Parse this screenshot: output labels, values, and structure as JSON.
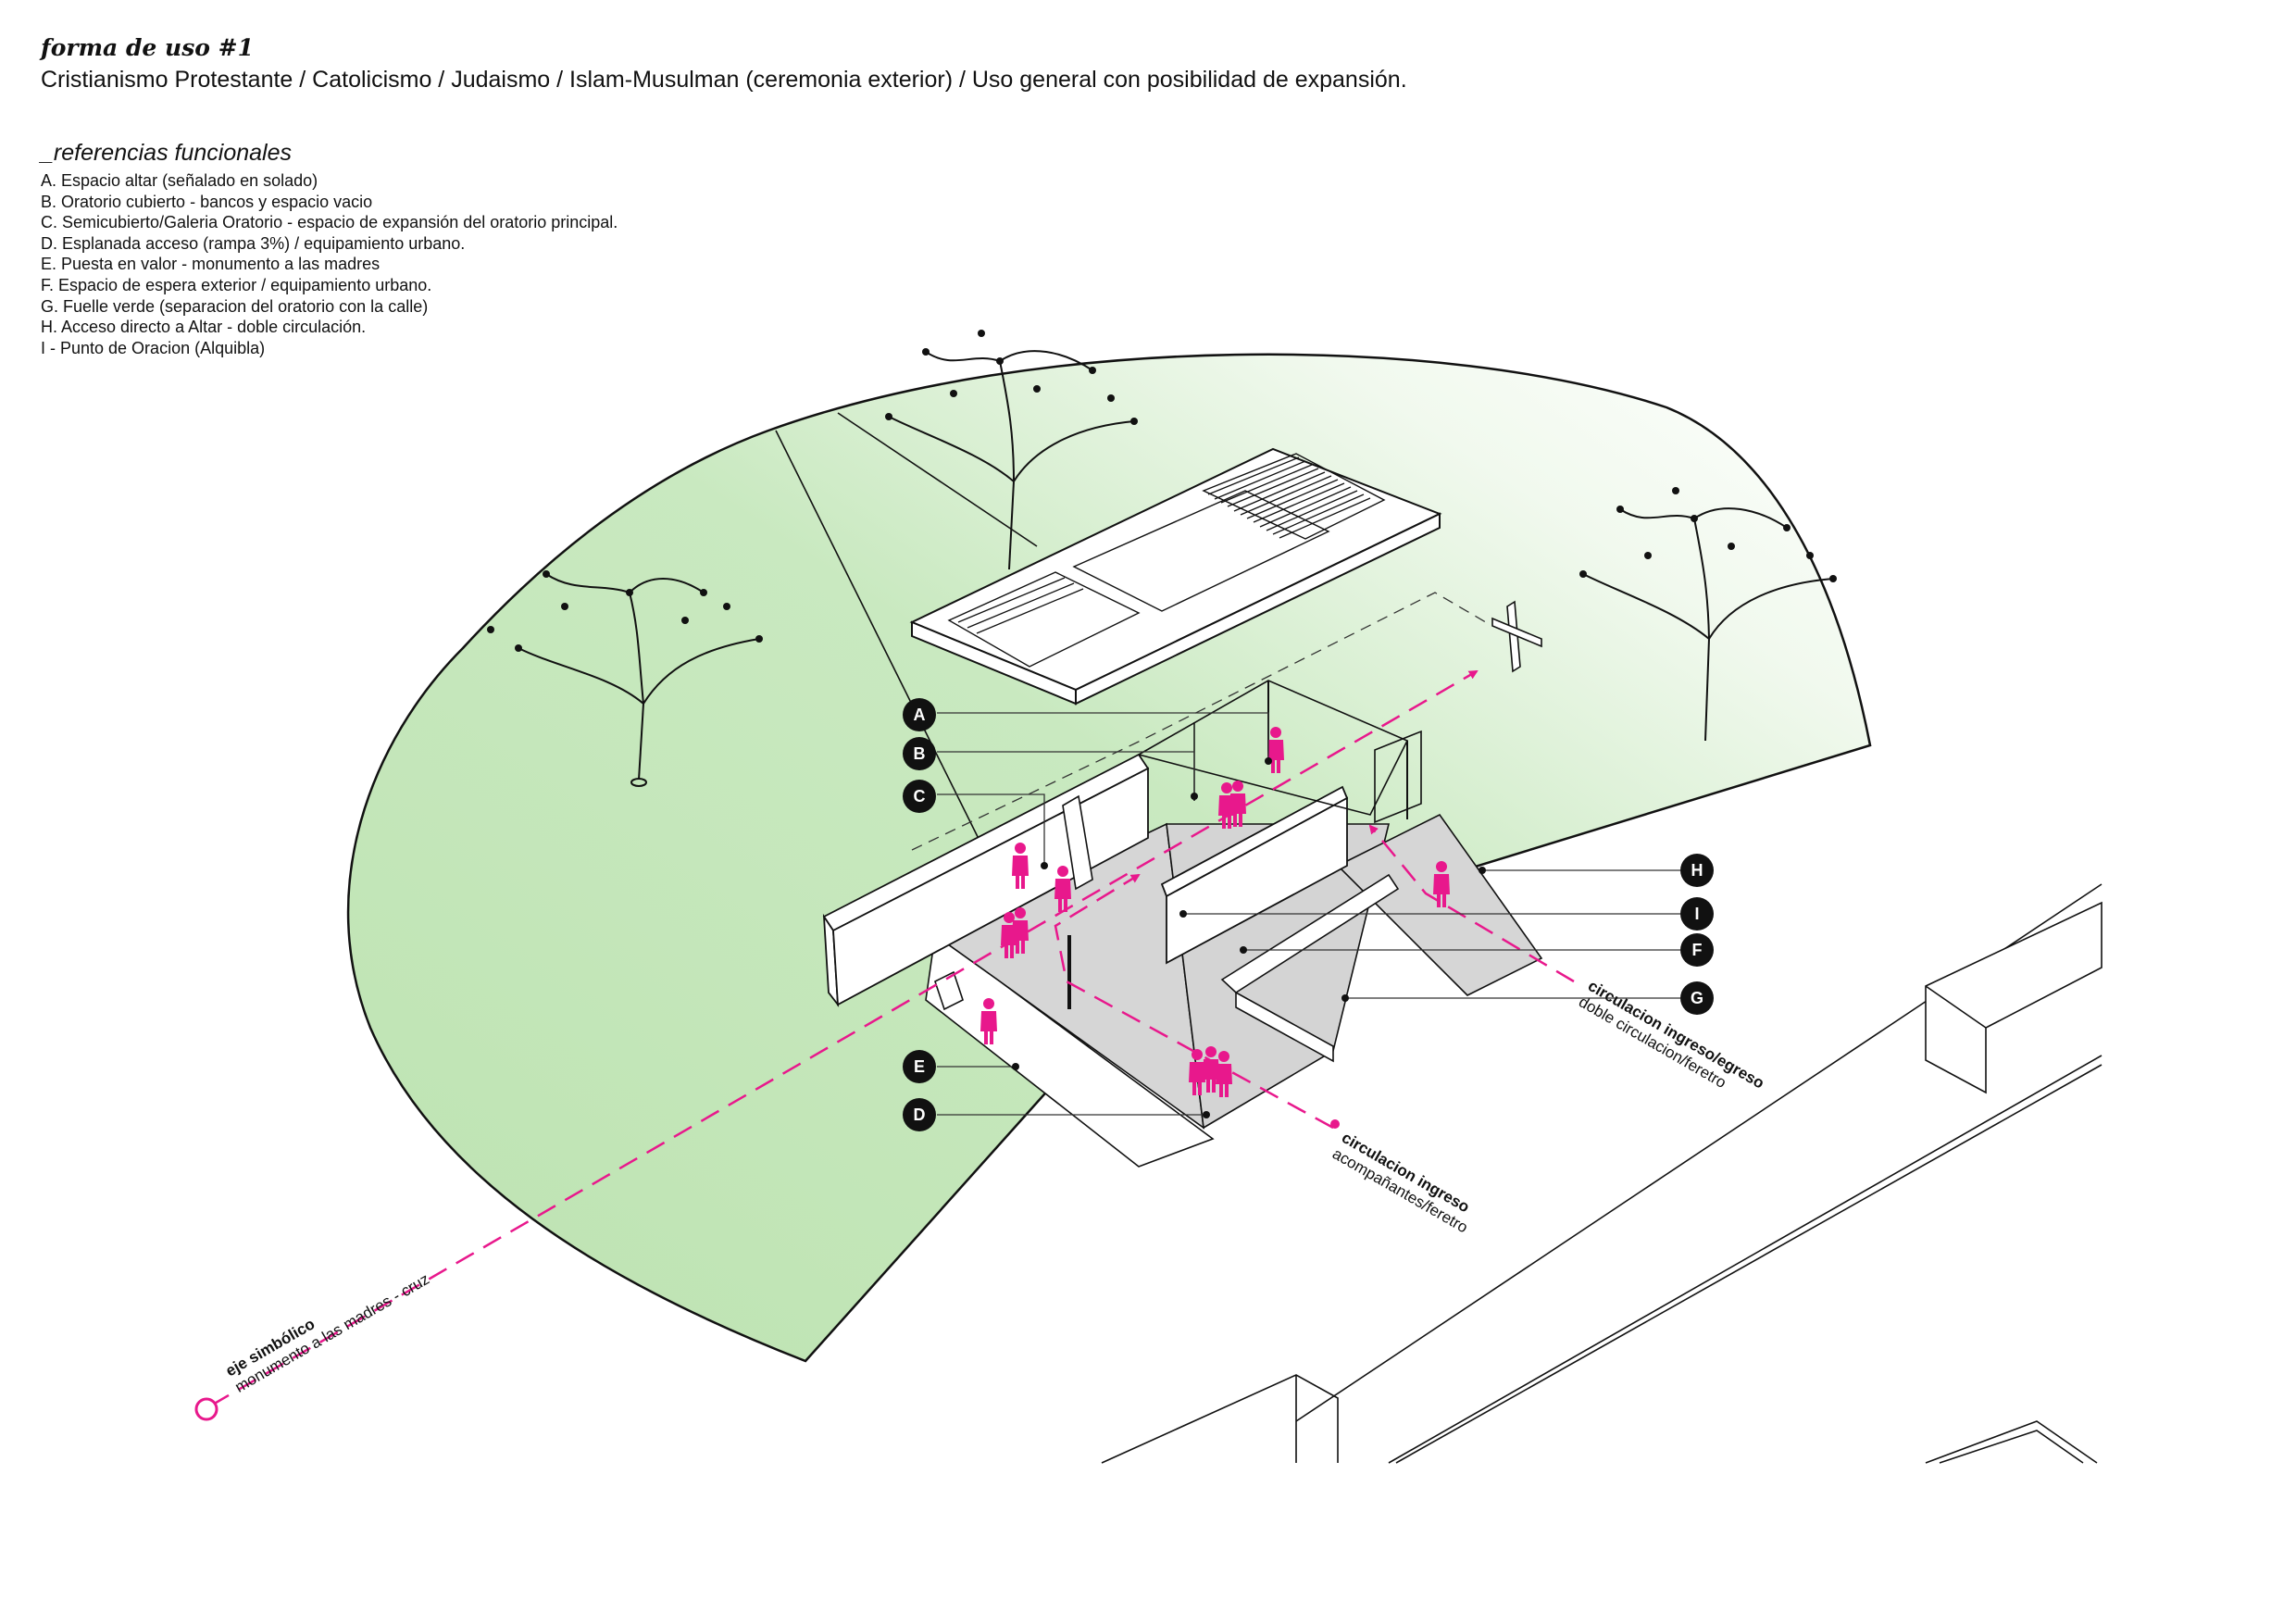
{
  "header": {
    "title": "forma de uso #1",
    "subtitle": "Cristianismo Protestante / Catolicismo / Judaismo / Islam-Musulman (ceremonia exterior) / Uso general con posibilidad de expansión.",
    "refs_title": "_referencias funcionales",
    "refs": [
      "A. Espacio altar (señalado en solado)",
      "B. Oratorio cubierto - bancos y espacio vacio",
      "C. Semicubierto/Galeria Oratorio - espacio de expansión del oratorio principal.",
      "D. Esplanada acceso (rampa 3%) / equipamiento urbano.",
      "E. Puesta en valor - monumento a las madres",
      "F. Espacio de espera exterior / equipamiento urbano.",
      "G. Fuelle verde (separacion del oratorio con la calle)",
      "H. Acceso directo a Altar - doble circulación.",
      "I - Punto de Oracion (Alquibla)"
    ]
  },
  "markers": [
    "A",
    "B",
    "C",
    "D",
    "E",
    "F",
    "G",
    "H",
    "I"
  ],
  "annotations": {
    "eje_bold": "eje simbólico",
    "eje_regular": "monumento a las madres - cruz",
    "ingreso_bold": "circulacion ingreso",
    "ingreso_regular": "acompañantes/feretro",
    "egreso_bold": "circulacion ingreso/egreso",
    "egreso_regular": "doble circulacion/feretro"
  },
  "colors": {
    "accent": "#e8188c",
    "lawn": "#c3e6b9",
    "paving": "#d6d6d6",
    "ink": "#111111"
  }
}
